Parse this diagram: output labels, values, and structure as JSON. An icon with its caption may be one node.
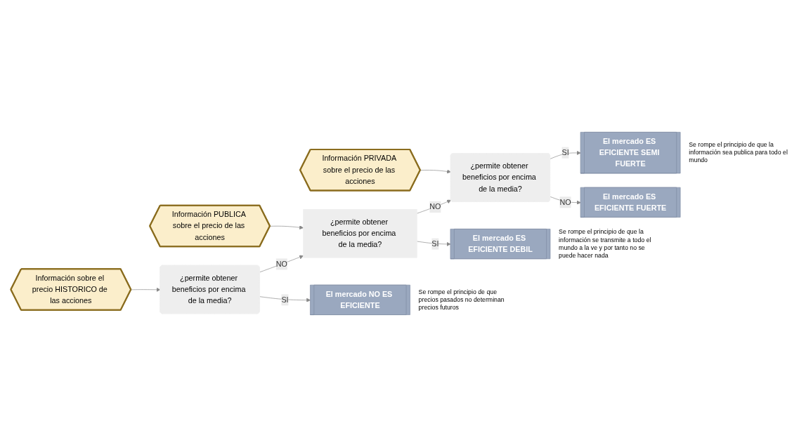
{
  "diagram": {
    "nodes": [
      {
        "text": [
          "Información sobre el precio HISTORICO de las acciones"
        ]
      },
      {
        "text": [
          "Información PUBLICA sobre el precio de las acciones"
        ]
      },
      {
        "text": [
          "Información PRIVADA sobre el precio de las acciones"
        ]
      },
      {
        "text": [
          "¿permite obtener beneficios por encima de la media?"
        ]
      },
      {
        "text": [
          "¿permite obtener beneficios por encima de la media?"
        ]
      },
      {
        "text": [
          "¿permite obtener beneficios por encima de la media?"
        ]
      },
      {
        "text": [
          "El mercado NO ES EFICIENTE"
        ],
        "beside": [
          "Se rompe el principio de que precios pasados no determinan precios futuros"
        ]
      },
      {
        "text": [
          "El mercado ES EFICIENTE DEBIL"
        ],
        "beside": [
          "Se rompe el principio de que la información se transmite a todo el mundo a la ve y por tanto no se puede hacer nada"
        ]
      },
      {
        "text": [
          "El mercado ES EFICIENTE SEMI FUERTE"
        ],
        "beside": [
          "Se rompe el principio de que la información sea publica para todo el mundo"
        ]
      },
      {
        "text": [
          "El mercado ES EFICIENTE FUERTE"
        ]
      }
    ],
    "edges": [
      {
        "from": 0,
        "to": 3,
        "arrow": "to"
      },
      {
        "from": 3,
        "to": 6,
        "arrow": "to",
        "label": "SI"
      },
      {
        "from": 3,
        "to": 4,
        "arrow": "to",
        "label": "NO"
      },
      {
        "from": 1,
        "to": 4,
        "arrow": "to"
      },
      {
        "from": 4,
        "to": 7,
        "arrow": "to",
        "label": "SI"
      },
      {
        "from": 4,
        "to": 5,
        "arrow": "to",
        "label": "NO"
      },
      {
        "from": 2,
        "to": 5,
        "arrow": "to"
      },
      {
        "from": 5,
        "to": 8,
        "arrow": "to",
        "label": "SI"
      },
      {
        "from": 5,
        "to": 9,
        "arrow": "to",
        "label": "NO"
      }
    ]
  }
}
